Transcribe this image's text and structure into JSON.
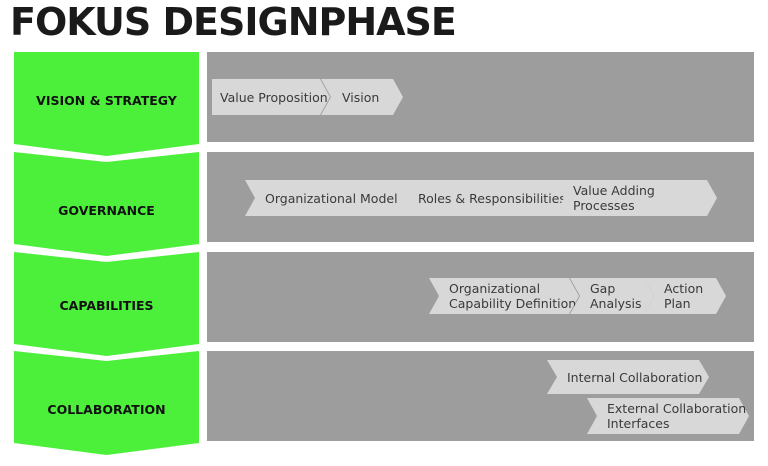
{
  "title": "FOKUS DESIGNPHASE",
  "colors": {
    "phase": "#4cf03a",
    "panel": "#9d9d9d",
    "chevron": "#d8d8d8",
    "title": "#1a1a1a"
  },
  "phases": [
    {
      "label": "VISION & STRATEGY",
      "items": [
        "Value Proposition",
        "Vision"
      ]
    },
    {
      "label": "GOVERNANCE",
      "items": [
        "Organizational Model",
        "Roles & Responsibilities",
        "Value Adding Processes"
      ]
    },
    {
      "label": "CAPABILITIES",
      "items": [
        "Organizational\nCapability Definition",
        "Gap\nAnalysis",
        "Action\nPlan"
      ]
    },
    {
      "label": "COLLABORATION",
      "items": [
        "Internal Collaboration",
        "External Collaboration\nInterfaces"
      ]
    }
  ]
}
